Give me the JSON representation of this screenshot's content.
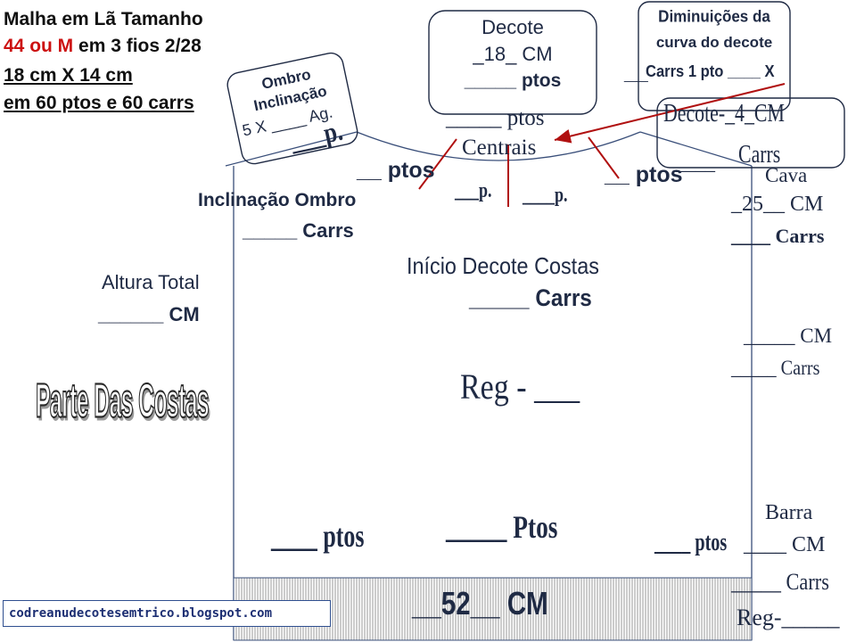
{
  "header": {
    "line1": "Malha em Lã Tamanho",
    "line2_red": "44 ou M",
    "line2_rest": " em 3 fios 2/28",
    "line3": "18 cm X 14 cm",
    "line4": "em 60 ptos e 60 carrs"
  },
  "ombro_box": {
    "title1": "Ombro",
    "title2": "Inclinação",
    "formula": "5 X ____ Ag."
  },
  "decote_box": {
    "title": "Decote",
    "cm": "_18_ CM",
    "ptos": "_____ ptos"
  },
  "diminuicoes_box": {
    "line1": "Diminuições da",
    "line2": "curva do decote",
    "line3": "Carrs 1 pto ____ X",
    "prefix": "__"
  },
  "decote_cm_box": {
    "line1": "Decote-_4_CM",
    "line2": "Carrs",
    "prefix": "____"
  },
  "labels": {
    "shoulder_p": "___p.",
    "ptos_left": "__ ptos",
    "ptos_right": "__ ptos",
    "centrais_ptos": "_____ ptos",
    "centrais": "Centrais",
    "p_left": "___p.",
    "p_right": "____p.",
    "inclinacao_ombro": "Inclinação  Ombro",
    "ombro_carrs": "_____  Carrs",
    "cava": "Cava",
    "cava_cm": "_25__ CM",
    "cava_carrs": "____ Carrs",
    "inicio_decote": "Início Decote Costas",
    "inicio_carrs": "_____ Carrs",
    "altura_total": "Altura Total",
    "altura_cm": "______ CM",
    "side_cm": "_____ CM",
    "side_carrs": "_____ Carrs",
    "reg": "Reg - ___",
    "parte_costas": "Parte Das Costas",
    "bottom_ptos_left": "____ ptos",
    "bottom_ptos_center": "_____ Ptos",
    "bottom_ptos_right": "____ ptos",
    "barra": "Barra",
    "barra_cm": "____ CM",
    "barra_carrs": "_____ Carrs",
    "barra_reg": "Reg-_____",
    "width_cm": "__52__ CM",
    "blog": "codreanudecotesemtrico.blogspot.com"
  },
  "colors": {
    "accent_red": "#cc1111",
    "arrow_red": "#b01010",
    "outline_navy": "#3a4f7a",
    "text_navy": "#1f2a44",
    "hatch_gray": "#9a9a9a"
  }
}
